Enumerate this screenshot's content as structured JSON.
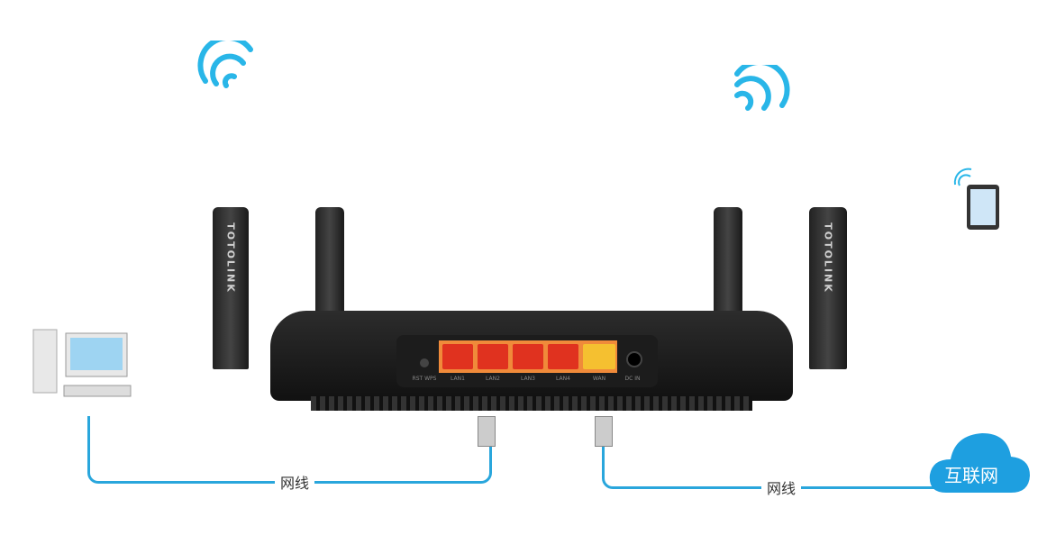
{
  "router": {
    "brand": "TOTOLINK",
    "ports": [
      "LAN1",
      "LAN2",
      "LAN3",
      "LAN4",
      "WAN"
    ],
    "button_label": "RST WPS",
    "power_label": "DC IN"
  },
  "cables": {
    "left_label": "网线",
    "right_label": "网线"
  },
  "cloud": {
    "label": "互联网"
  },
  "colors": {
    "cable": "#29a6dc",
    "wifi": "#29b6e8",
    "cloud": "#1e9fe0",
    "lan": "#e0321f",
    "wan": "#f5c030"
  }
}
